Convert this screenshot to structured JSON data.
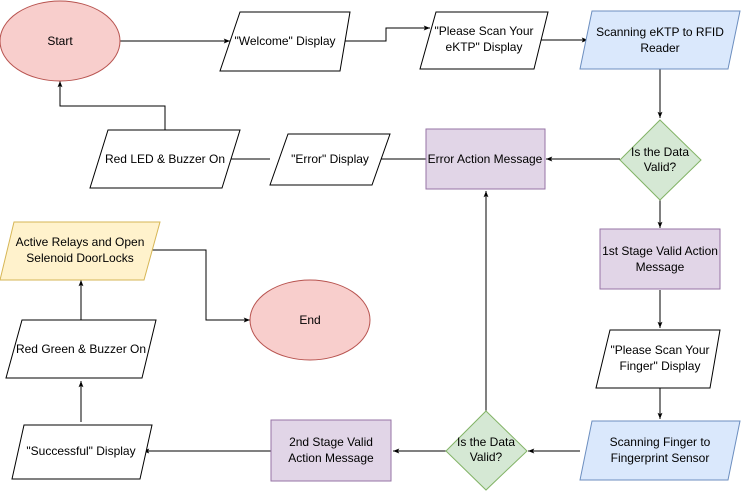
{
  "colors": {
    "terminator_fill": "#f8cecc",
    "terminator_stroke": "#b85450",
    "io_fill": "#ffffff",
    "io_stroke": "#000000",
    "process_fill": "#dae8fc",
    "process_stroke": "#6c8ebf",
    "message_fill": "#e1d5e7",
    "message_stroke": "#9673a6",
    "decision_fill": "#d5e8d4",
    "decision_stroke": "#82b366",
    "output_fill": "#fff2cc",
    "output_stroke": "#d6b656"
  },
  "nodes": {
    "start": {
      "label": "Start"
    },
    "welcome": {
      "label": "\"Welcome\" Display"
    },
    "scan_prompt": {
      "line1": "\"Please Scan Your",
      "line2": "eKTP\" Display"
    },
    "scanning_ektp": {
      "line1": "Scanning eKTP to RFID",
      "line2": "Reader"
    },
    "valid1": {
      "line1": "Is the Data",
      "line2": "Valid?"
    },
    "error_action": {
      "label": "Error Action Message"
    },
    "error_display": {
      "label": "\"Error\" Display"
    },
    "red_led": {
      "label": "Red LED & Buzzer On"
    },
    "stage1": {
      "line1": "1st Stage Valid Action",
      "line2": "Message"
    },
    "finger_prompt": {
      "line1": "\"Please Scan Your",
      "line2": "Finger\" Display"
    },
    "scanning_finger": {
      "line1": "Scanning Finger to",
      "line2": "Fingerprint Sensor"
    },
    "valid2": {
      "line1": "Is the Data",
      "line2": "Valid?"
    },
    "stage2": {
      "line1": "2nd Stage Valid",
      "line2": "Action Message"
    },
    "successful": {
      "label": "\"Successful\" Display"
    },
    "red_green": {
      "label": "Red Green & Buzzer On"
    },
    "relays": {
      "line1": "Active Relays and Open",
      "line2": "Selenoid DoorLocks"
    },
    "end": {
      "label": "End"
    }
  }
}
